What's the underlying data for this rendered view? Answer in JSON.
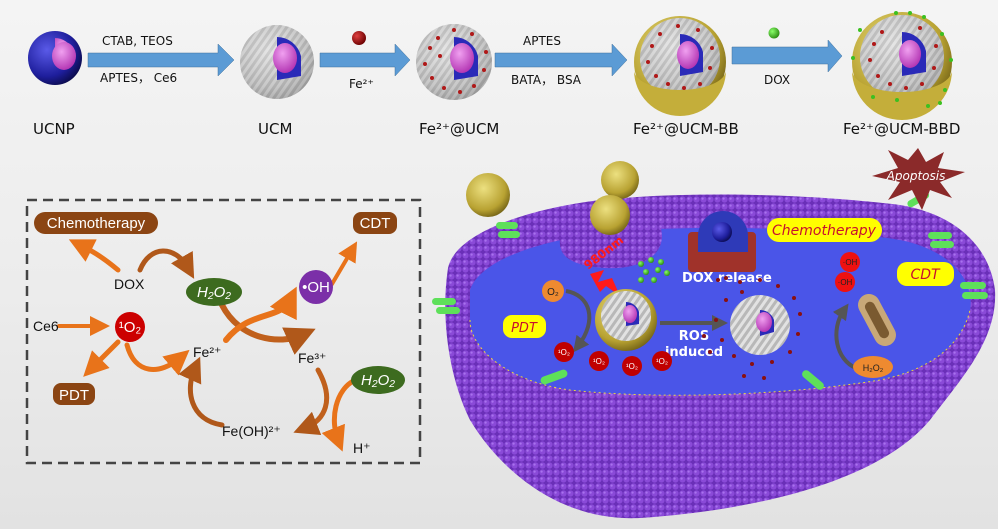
{
  "colors": {
    "process_arrow": "#5b9bd5",
    "pill_brown": "#8b4513",
    "h2o2_green": "#3d6b1f",
    "singlet_o2_red": "#cc0000",
    "oh_purple": "#7b2fa8",
    "flow_orange": "#e8731a",
    "membrane_purple": "#7a3fc8",
    "cytoplasm_blue": "#4a55e8",
    "receptor_green": "#5ee05a",
    "label_yellow": "#ffff00",
    "apoptosis_star": "#8b2a2a"
  },
  "synthesis": {
    "stages": [
      {
        "label": "UCNP",
        "icon": "ucnp-core-shell-sphere"
      },
      {
        "label": "UCM",
        "icon": "mesoporous-silica-sphere"
      },
      {
        "label": "Fe²⁺@UCM",
        "icon": "iron-loaded-sphere"
      },
      {
        "label": "Fe²⁺@UCM-BB",
        "icon": "bsa-coated-sphere"
      },
      {
        "label": "Fe²⁺@UCM-BBD",
        "icon": "dox-loaded-sphere"
      }
    ],
    "steps": [
      {
        "above": "CTAB, TEOS",
        "below": "APTES， Ce6",
        "reagent_icon": ""
      },
      {
        "above": "",
        "below": "Fe²⁺",
        "reagent_icon": "fe-ion-dot"
      },
      {
        "above": "APTES",
        "below": "BATA， BSA",
        "reagent_icon": ""
      },
      {
        "above": "",
        "below": "DOX",
        "reagent_icon": "dox-dot"
      }
    ]
  },
  "mechanism": {
    "pills": {
      "chemotherapy": "Chemotherapy",
      "cdt": "CDT",
      "pdt": "PDT"
    },
    "species": {
      "dox": "DOX",
      "h2o2_top": "H₂O₂",
      "oh": "•OH",
      "ce6": "Ce6",
      "singlet_o2": "¹O₂",
      "fe2": "Fe²⁺",
      "fe3": "Fe³⁺",
      "h2o2_right": "H₂O₂",
      "feoh": "Fe(OH)²⁺",
      "h_plus": "H⁺"
    }
  },
  "cell": {
    "apoptosis": "Apoptosis",
    "chemotherapy": "Chemotherapy",
    "cdt": "CDT",
    "pdt": "PDT",
    "laser": "980nm",
    "dox_release": "DOX release",
    "ros_line1": "ROS",
    "ros_line2": "induced",
    "o2": "O₂",
    "singlet_o2": "¹O₂",
    "oh": "·OH",
    "h2o2": "H₂O₂"
  }
}
